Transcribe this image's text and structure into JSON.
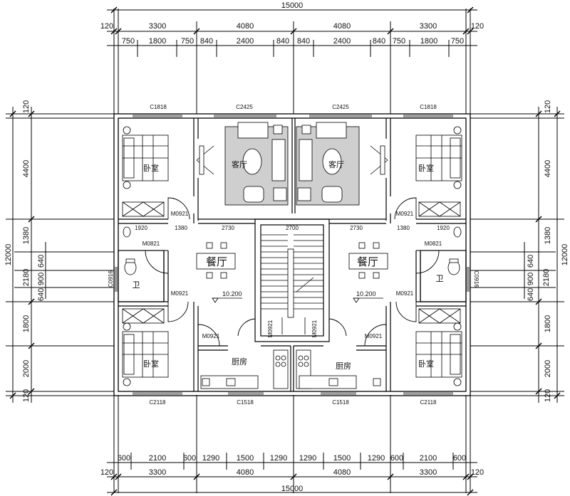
{
  "dimensions": {
    "top_total": "15000",
    "top_row1": [
      "120",
      "3300",
      "4080",
      "4080",
      "3300",
      "120"
    ],
    "top_row2": [
      "750",
      "1800",
      "750",
      "840",
      "2400",
      "840",
      "840",
      "2400",
      "840",
      "750",
      "1800",
      "750"
    ],
    "bottom_row1": [
      "600",
      "2100",
      "600",
      "1290",
      "1500",
      "1290",
      "1290",
      "1500",
      "1290",
      "600",
      "2100",
      "600"
    ],
    "bottom_row2": [
      "120",
      "3300",
      "4080",
      "4080",
      "3300",
      "120"
    ],
    "bottom_total": "15000",
    "left_inner": [
      "120",
      "4400",
      "1380",
      "640",
      "900",
      "640",
      "1800",
      "2000",
      "120"
    ],
    "left_total": "12000",
    "left_sub": "2180",
    "right_inner": [
      "120",
      "4400",
      "1380",
      "640",
      "900",
      "640",
      "1800",
      "2000",
      "120"
    ],
    "right_total": "12000",
    "right_sub": "2180",
    "interior": [
      "1920",
      "1380",
      "2730",
      "2700",
      "2730",
      "1380",
      "1920"
    ]
  },
  "windows": {
    "top": [
      "C1818",
      "C2425",
      "C2425",
      "C1818"
    ],
    "bottom": [
      "C2118",
      "C1518",
      "C1518",
      "C2118"
    ],
    "side_left": "C0916",
    "side_right": "C0916"
  },
  "doors": {
    "bedroom_top": "M0921",
    "bath": "M0821",
    "mid": "M0921",
    "kitchen": "M0921",
    "stair": "M0921"
  },
  "rooms": {
    "bedroom": "卧室",
    "living": "客厅",
    "dining": "餐厅",
    "bath": "卫",
    "kitchen": "厨房"
  },
  "level": "10.200"
}
